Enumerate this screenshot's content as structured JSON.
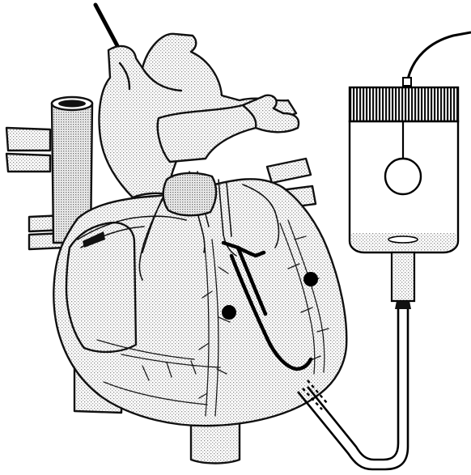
{
  "figure": {
    "title": "",
    "colors": {
      "ink": "#111111",
      "stipple": "#b8b8b8",
      "background": "#ffffff"
    },
    "parts": [
      "heart",
      "aorta",
      "superior-vena-cava",
      "pulmonary-artery",
      "pulmonary-veins",
      "inferior-vena-cava",
      "coronary-vessels",
      "electrode",
      "catheter-balloon",
      "reservoir-bottle"
    ]
  }
}
